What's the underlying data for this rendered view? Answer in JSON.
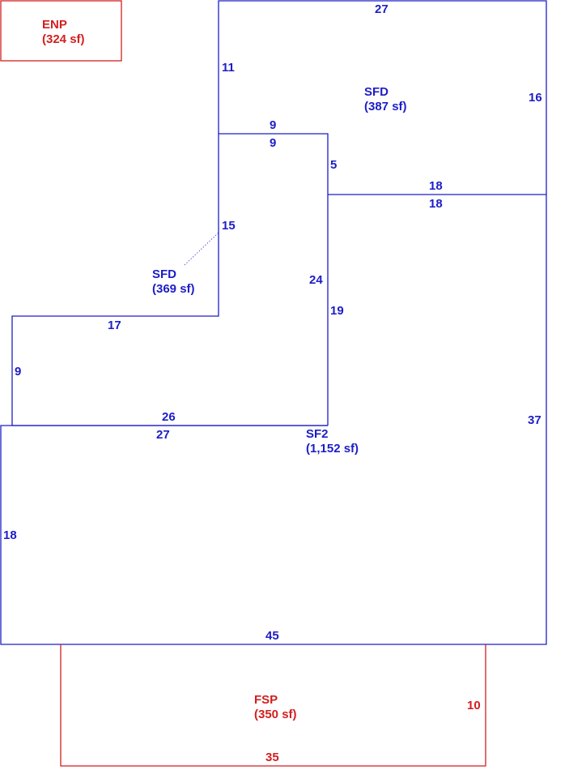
{
  "colors": {
    "living": "#1d1dc8",
    "porch": "#d21f1f",
    "leader": "#3a3ad0"
  },
  "areas": {
    "enp": {
      "code": "ENP",
      "size": "(324 sf)"
    },
    "sfd_upper": {
      "code": "SFD",
      "size": "(387 sf)"
    },
    "sfd_left": {
      "code": "SFD",
      "size": "(369 sf)"
    },
    "sf2": {
      "code": "SF2",
      "size": "(1,152 sf)"
    },
    "fsp": {
      "code": "FSP",
      "size": "(350 sf)"
    }
  },
  "dimensions": {
    "top_width": "27",
    "upper_left_height": "11",
    "upper_right_height": "16",
    "notch_top": "9",
    "notch_bottom": "9",
    "notch_right_height": "5",
    "mid_divider_top": "18",
    "mid_divider_bottom": "18",
    "left_inner_height": "15",
    "inner_right_height_outer": "24",
    "inner_right_height_inner": "19",
    "wing_top": "17",
    "wing_left_height": "9",
    "wing_bottom": "26",
    "main_top": "27",
    "right_height": "37",
    "main_left_height": "18",
    "main_bottom": "45",
    "porch_right_height": "10",
    "porch_bottom": "35"
  }
}
